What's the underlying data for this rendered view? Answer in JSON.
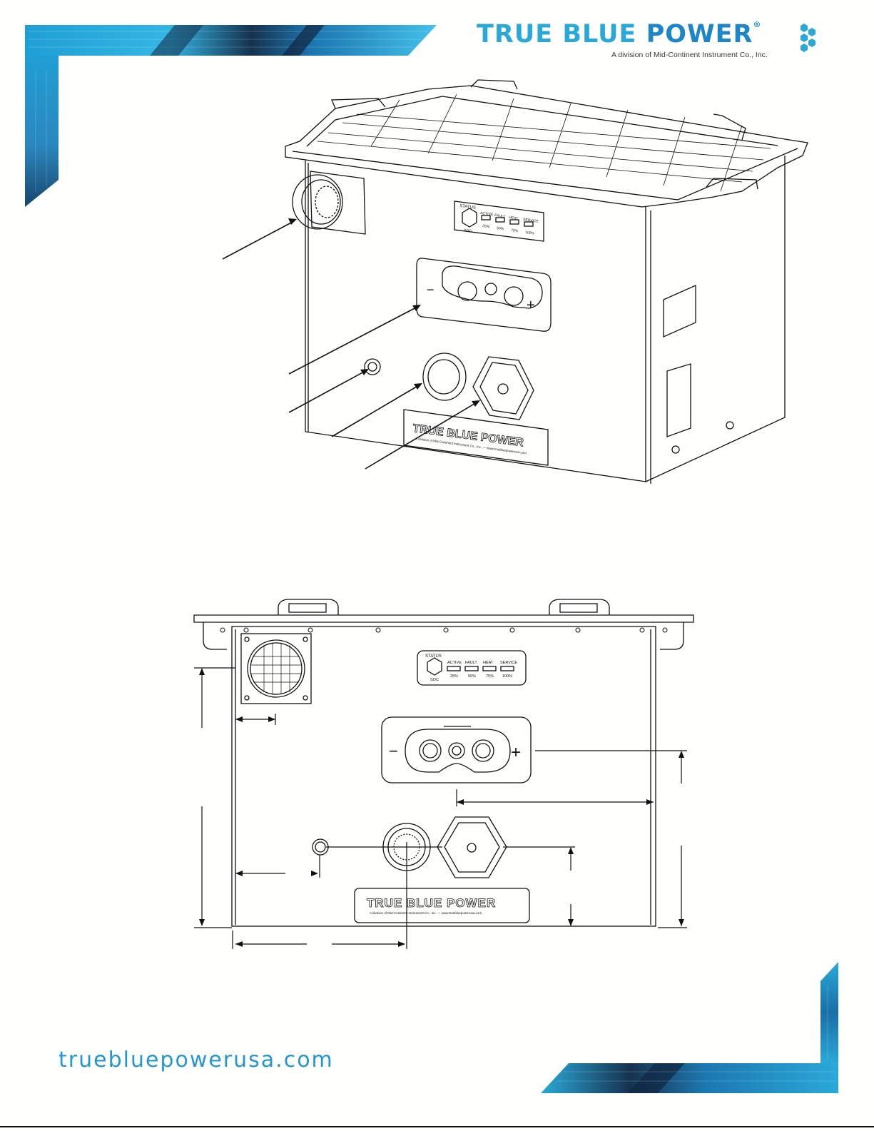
{
  "logo": {
    "word_true": "TRUE",
    "word_blue": "BLUE",
    "word_power": "POWER",
    "registered": "®",
    "subtitle": "A division of Mid-Continent Instrument Co., Inc."
  },
  "drawing_1": {
    "status_panel": {
      "status_label": "STATUS",
      "soc_label": "SOC",
      "indicators": [
        {
          "label": "ACTIVE",
          "value": "25%"
        },
        {
          "label": "FAULT",
          "value": "50%"
        },
        {
          "label": "HEAT",
          "value": "75%"
        },
        {
          "label": "SERVICE",
          "value": "100%"
        }
      ]
    },
    "polarity_minus": "−",
    "polarity_plus": "+",
    "nameplate_brand": "TRUE BLUE POWER",
    "nameplate_sub": "A division of Mid-Continent Instrument Co., Inc. — www.truebluepowerusa.com"
  },
  "drawing_2": {
    "status_panel": {
      "status_label": "STATUS",
      "soc_label": "SOC",
      "indicators": [
        {
          "label": "ACTIVE",
          "value": "25%"
        },
        {
          "label": "FAULT",
          "value": "50%"
        },
        {
          "label": "HEAT",
          "value": "75%"
        },
        {
          "label": "SERVICE",
          "value": "100%"
        }
      ]
    },
    "polarity_minus": "−",
    "polarity_plus": "+",
    "nameplate_brand": "TRUE BLUE POWER",
    "nameplate_sub": "A division of Mid-Continent Instrument Co., Inc. — www.truebluepowerusa.com"
  },
  "footer": {
    "url": "truebluepowerusa.com"
  },
  "colors": {
    "brand_light": "#2aa9d8",
    "brand_dark": "#1d86c6",
    "banner_navy": "#16324f"
  },
  "icons": [
    "hexagon-cluster-logo-icon",
    "honeycomb-connector-icon",
    "hex-vent-cap-icon"
  ]
}
